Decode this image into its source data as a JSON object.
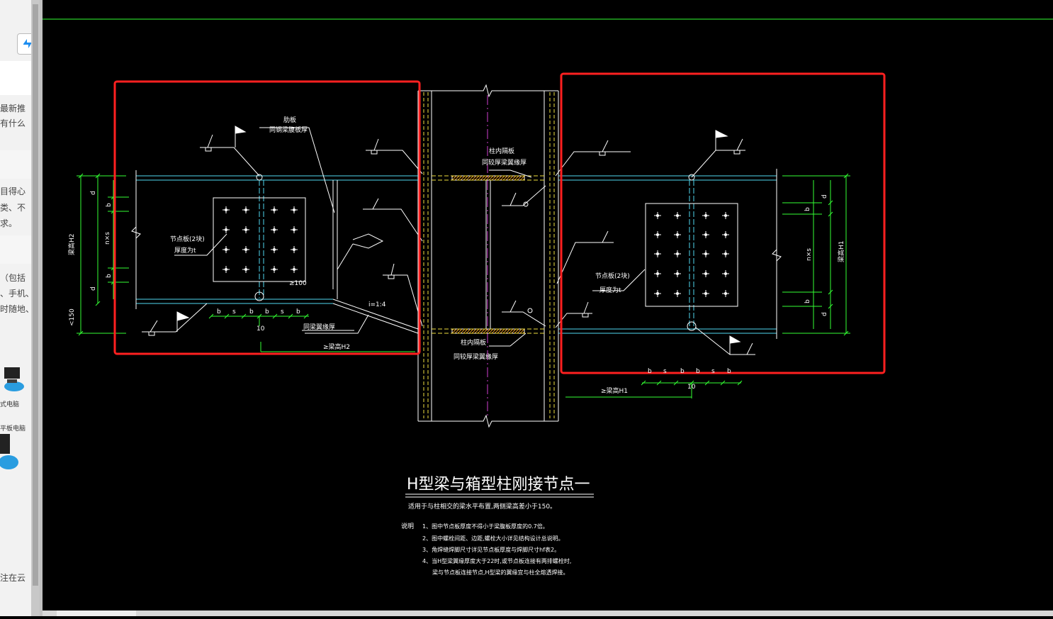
{
  "sidebar": {
    "lines": [
      "最新推",
      "有什么",
      "目得心",
      "类、不",
      "求。",
      "（包括",
      "、手机、",
      "时随地、",
      "注在云"
    ],
    "device_labels": [
      "式电脑",
      "平板电脑"
    ]
  },
  "drawing": {
    "title": "H型梁与箱型柱刚接节点一",
    "subtitle": "适用于与柱相交的梁水平布置,两侧梁高差小于150。",
    "notes_label": "说明",
    "notes": [
      "1、图中节点板厚度不得小于梁腹板厚度的0.7倍。",
      "2、图中螺栓间距、边距,螺栓大小详见结构设计总说明。",
      "3、角焊缝焊脚尺寸详见节点板厚度与焊脚尺寸hf表2。",
      "4、当H型梁翼缘厚度大于22时,或节点板连接有两排螺栓时,",
      "梁与节点板连接节点,H型梁的翼缘宜与柱全熔透焊接。"
    ],
    "labels": {
      "stiffener": "肋板",
      "stiffener_note": "同钢梁腹板厚",
      "diaphragm_top": "柱内隔板",
      "diaphragm_top_note": "同较厚梁翼缘厚",
      "diaphragm_bottom": "柱内隔板",
      "diaphragm_bottom_note": "同较厚梁翼缘厚",
      "plate_left": "节点板(2块)",
      "plate_left_thk": "厚度为t",
      "plate_right": "节点板(2块)",
      "plate_right_thk": "厚度为t",
      "flange_note": "同梁翼缘厚",
      "beam_h2": "梁高H2",
      "beam_h1": "梁高H1",
      "geq_h2": "≥梁高H2",
      "geq_h1": "≥梁高H1",
      "slope": "i=1:4",
      "geq100": "≥100",
      "lt150": "<150",
      "n_times_s": "n×s",
      "ten": "10",
      "b": "b",
      "s": "s",
      "d": "d"
    }
  },
  "colors": {
    "bg": "#000000",
    "white": "#ffffff",
    "cyan": "#4fd7f0",
    "green": "#33ff33",
    "yellow": "#f0e040",
    "red": "#ff2020",
    "magenta": "#d040d0"
  }
}
